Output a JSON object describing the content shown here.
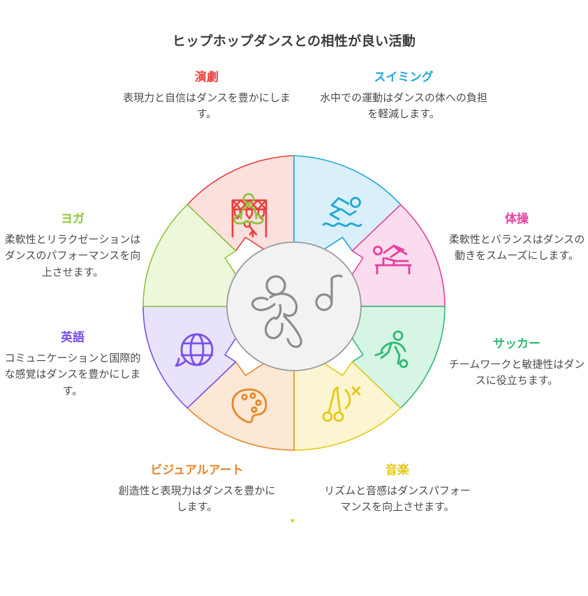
{
  "title": "ヒップホップダンスとの相性が良い活動",
  "center": {
    "icon": "dancer-with-music-note-icon",
    "fill": "#f2f2f2",
    "stroke": "#9a9a9a"
  },
  "segments": [
    {
      "key": "theater",
      "label": "演劇",
      "description": "表現力と自信はダンスを豊かにします。",
      "color": "#e8413c",
      "fill": "#fbe0de",
      "icon": "theater-stage-icon",
      "start_angle": -90,
      "end_angle": -45
    },
    {
      "key": "swimming",
      "label": "スイミング",
      "description": "水中での運動はダンスの体への負担を軽減します。",
      "color": "#1ea7d8",
      "fill": "#d9effa",
      "icon": "swimmer-icon",
      "start_angle": -90,
      "end_angle": -45
    },
    {
      "key": "gymnastics",
      "label": "体操",
      "description": "柔軟性とバランスはダンスの動きをスムーズにします。",
      "color": "#e53f9e",
      "fill": "#fbdcef",
      "icon": "pommel-horse-gymnast-icon",
      "start_angle": -45,
      "end_angle": 0
    },
    {
      "key": "soccer",
      "label": "サッカー",
      "description": "チームワークと敏捷性はダンスに役立ちます。",
      "color": "#2eb872",
      "fill": "#d6f5e4",
      "icon": "soccer-player-icon",
      "start_angle": 0,
      "end_angle": 45
    },
    {
      "key": "music",
      "label": "音楽",
      "description": "リズムと音感はダンスパフォーマンスを向上させます。",
      "color": "#e8c813",
      "fill": "#fcf5d2",
      "icon": "music-notes-icon",
      "start_angle": 45,
      "end_angle": 90
    },
    {
      "key": "visual_art",
      "label": "ビジュアルアート",
      "description": "創造性と表現力はダンスを豊かにします。",
      "color": "#e8862a",
      "fill": "#fce8d5",
      "icon": "paint-palette-icon",
      "start_angle": 90,
      "end_angle": 135
    },
    {
      "key": "english",
      "label": "英語",
      "description": "コミュニケーションと国際的な感覚はダンスを豊かにします。",
      "color": "#7a4fe8",
      "fill": "#e8e3fb",
      "icon": "globe-speech-bubble-icon",
      "start_angle": 135,
      "end_angle": 180
    },
    {
      "key": "yoga",
      "label": "ヨガ",
      "description": "柔軟性とリラクゼーションはダンスのパフォーマンスを向上させます。",
      "color": "#8ec43c",
      "fill": "#edf7da",
      "icon": "meditation-lotus-icon",
      "start_angle": 180,
      "end_angle": 225
    }
  ]
}
